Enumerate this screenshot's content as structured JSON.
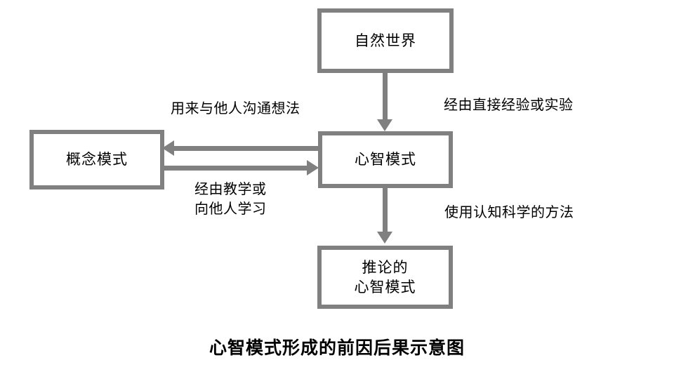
{
  "diagram": {
    "caption": "心智模式形成的前因后果示意图",
    "colors": {
      "box_border": "#808080",
      "arrow": "#808080",
      "text": "#000000",
      "background": "#ffffff"
    },
    "nodes": [
      {
        "id": "natural-world",
        "label": "自然世界"
      },
      {
        "id": "conceptual-model",
        "label": "概念模式"
      },
      {
        "id": "mental-model",
        "label": "心智模式"
      },
      {
        "id": "inferred-mental-model",
        "line1": "推论的",
        "line2": "心智模式"
      }
    ],
    "edges": [
      {
        "id": "natural-world-to-mental-model",
        "label": "经由直接经验或实验",
        "direction": "down"
      },
      {
        "id": "mental-model-to-conceptual-model",
        "label": "用来与他人沟通想法",
        "direction": "left"
      },
      {
        "id": "conceptual-model-to-mental-model",
        "label_line1": "经由教学或",
        "label_line2": "向他人学习",
        "direction": "right"
      },
      {
        "id": "mental-model-to-inferred-mental-model",
        "label": "使用认知科学的方法",
        "direction": "down"
      }
    ]
  }
}
